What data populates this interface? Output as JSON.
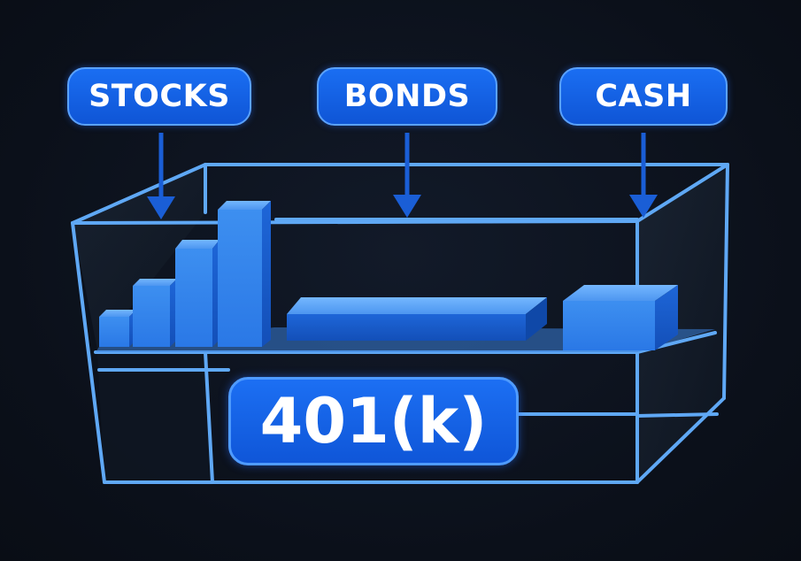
{
  "labels": {
    "stocks": "STOCKS",
    "bonds": "BONDS",
    "cash": "CASH",
    "account": "401(k)"
  },
  "colors": {
    "background": "#0c111c",
    "outline": "#5fa8f5",
    "pill_fill": "#1563e6",
    "bar_light": "#3d8ff0",
    "bar_dark": "#1456c8",
    "arrow": "#1a5ed6"
  },
  "icons": [
    "arrow-down-icon"
  ]
}
